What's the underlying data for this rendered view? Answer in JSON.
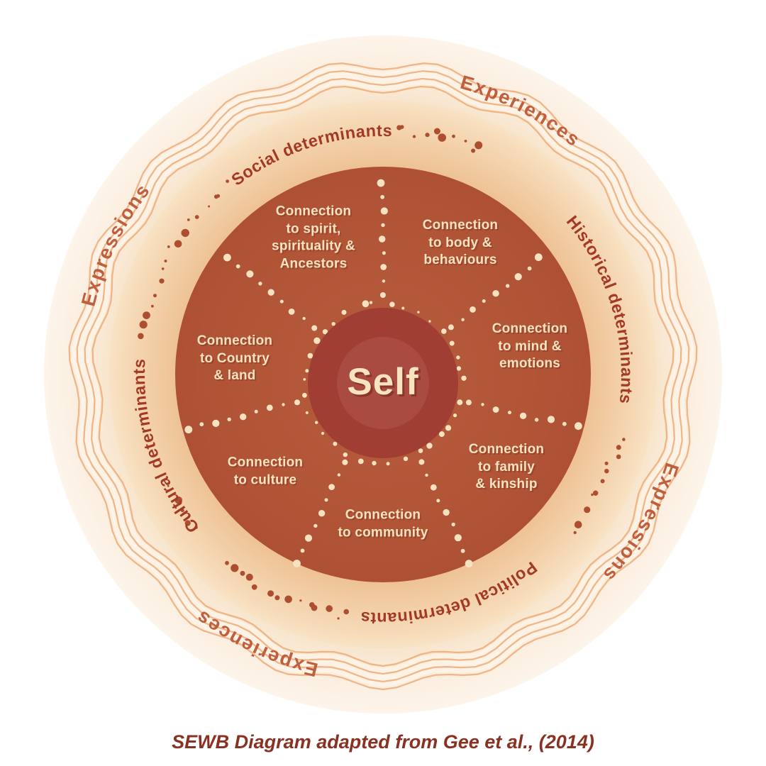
{
  "caption": "SEWB Diagram adapted from Gee et al., (2014)",
  "center_label": "Self",
  "connections": [
    {
      "label": "Connection\nto spirit,\nspirituality &\nAncestors"
    },
    {
      "label": "Connection\nto body &\nbehaviours"
    },
    {
      "label": "Connection\nto mind &\nemotions"
    },
    {
      "label": "Connection\nto family\n& kinship"
    },
    {
      "label": "Connection\nto community"
    },
    {
      "label": "Connection\nto culture"
    },
    {
      "label": "Connection\nto Country\n& land"
    }
  ],
  "determinants_ring": {
    "labels": [
      "Social determinants",
      "Historical determinants",
      "Political determinants",
      "Cultural determinants"
    ]
  },
  "outer_ring": {
    "labels": [
      "Experiences",
      "Expressions",
      "Experiences",
      "Expressions"
    ]
  },
  "colors": {
    "outer_ring": "#fdf2e4",
    "wavy_line": "#edab77",
    "determinants_ring": "#f7dab6",
    "main_circle": "#b25537",
    "self_circle": "#a03e33",
    "self_inner": "#a94b40",
    "cream_text": "#f8e3bf",
    "determinant_text": "#a33a27",
    "outer_text": "#c05f3d",
    "caption_text": "#8a3222",
    "dot_rust": "#ad4e30",
    "dot_cream": "#f7e2bf"
  }
}
